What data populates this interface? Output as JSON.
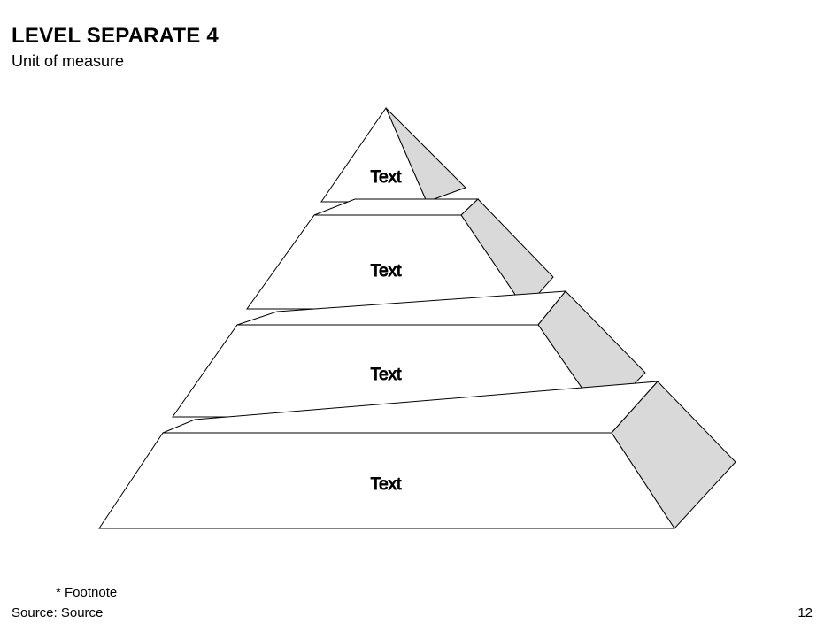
{
  "header": {
    "title": "LEVEL SEPARATE 4",
    "subtitle": "Unit of measure"
  },
  "pyramid": {
    "front_color": "#ffffff",
    "side_color": "#d9d9d9",
    "stroke_color": "#000000",
    "levels": [
      {
        "label": "Text"
      },
      {
        "label": "Text"
      },
      {
        "label": "Text"
      },
      {
        "label": "Text"
      }
    ]
  },
  "footer": {
    "footnote": "* Footnote",
    "source": "Source: Source",
    "page_number": "12"
  }
}
